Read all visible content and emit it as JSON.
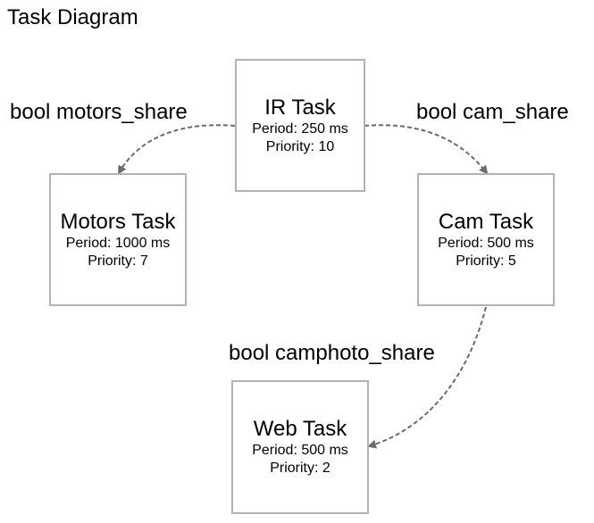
{
  "title": "Task Diagram",
  "tasks": {
    "ir": {
      "name": "IR Task",
      "period": "Period: 250 ms",
      "priority": "Priority: 10"
    },
    "motors": {
      "name": "Motors Task",
      "period": "Period: 1000 ms",
      "priority": "Priority: 7"
    },
    "cam": {
      "name": "Cam Task",
      "period": "Period: 500 ms",
      "priority": "Priority: 5"
    },
    "web": {
      "name": "Web Task",
      "period": "Period: 500 ms",
      "priority": "Priority: 2"
    }
  },
  "edges": {
    "motors_share": "bool motors_share",
    "cam_share": "bool cam_share",
    "camphoto_share": "bool camphoto_share"
  },
  "colors": {
    "edge": "#6b6b6b",
    "box_border": "#b3b3b3"
  }
}
